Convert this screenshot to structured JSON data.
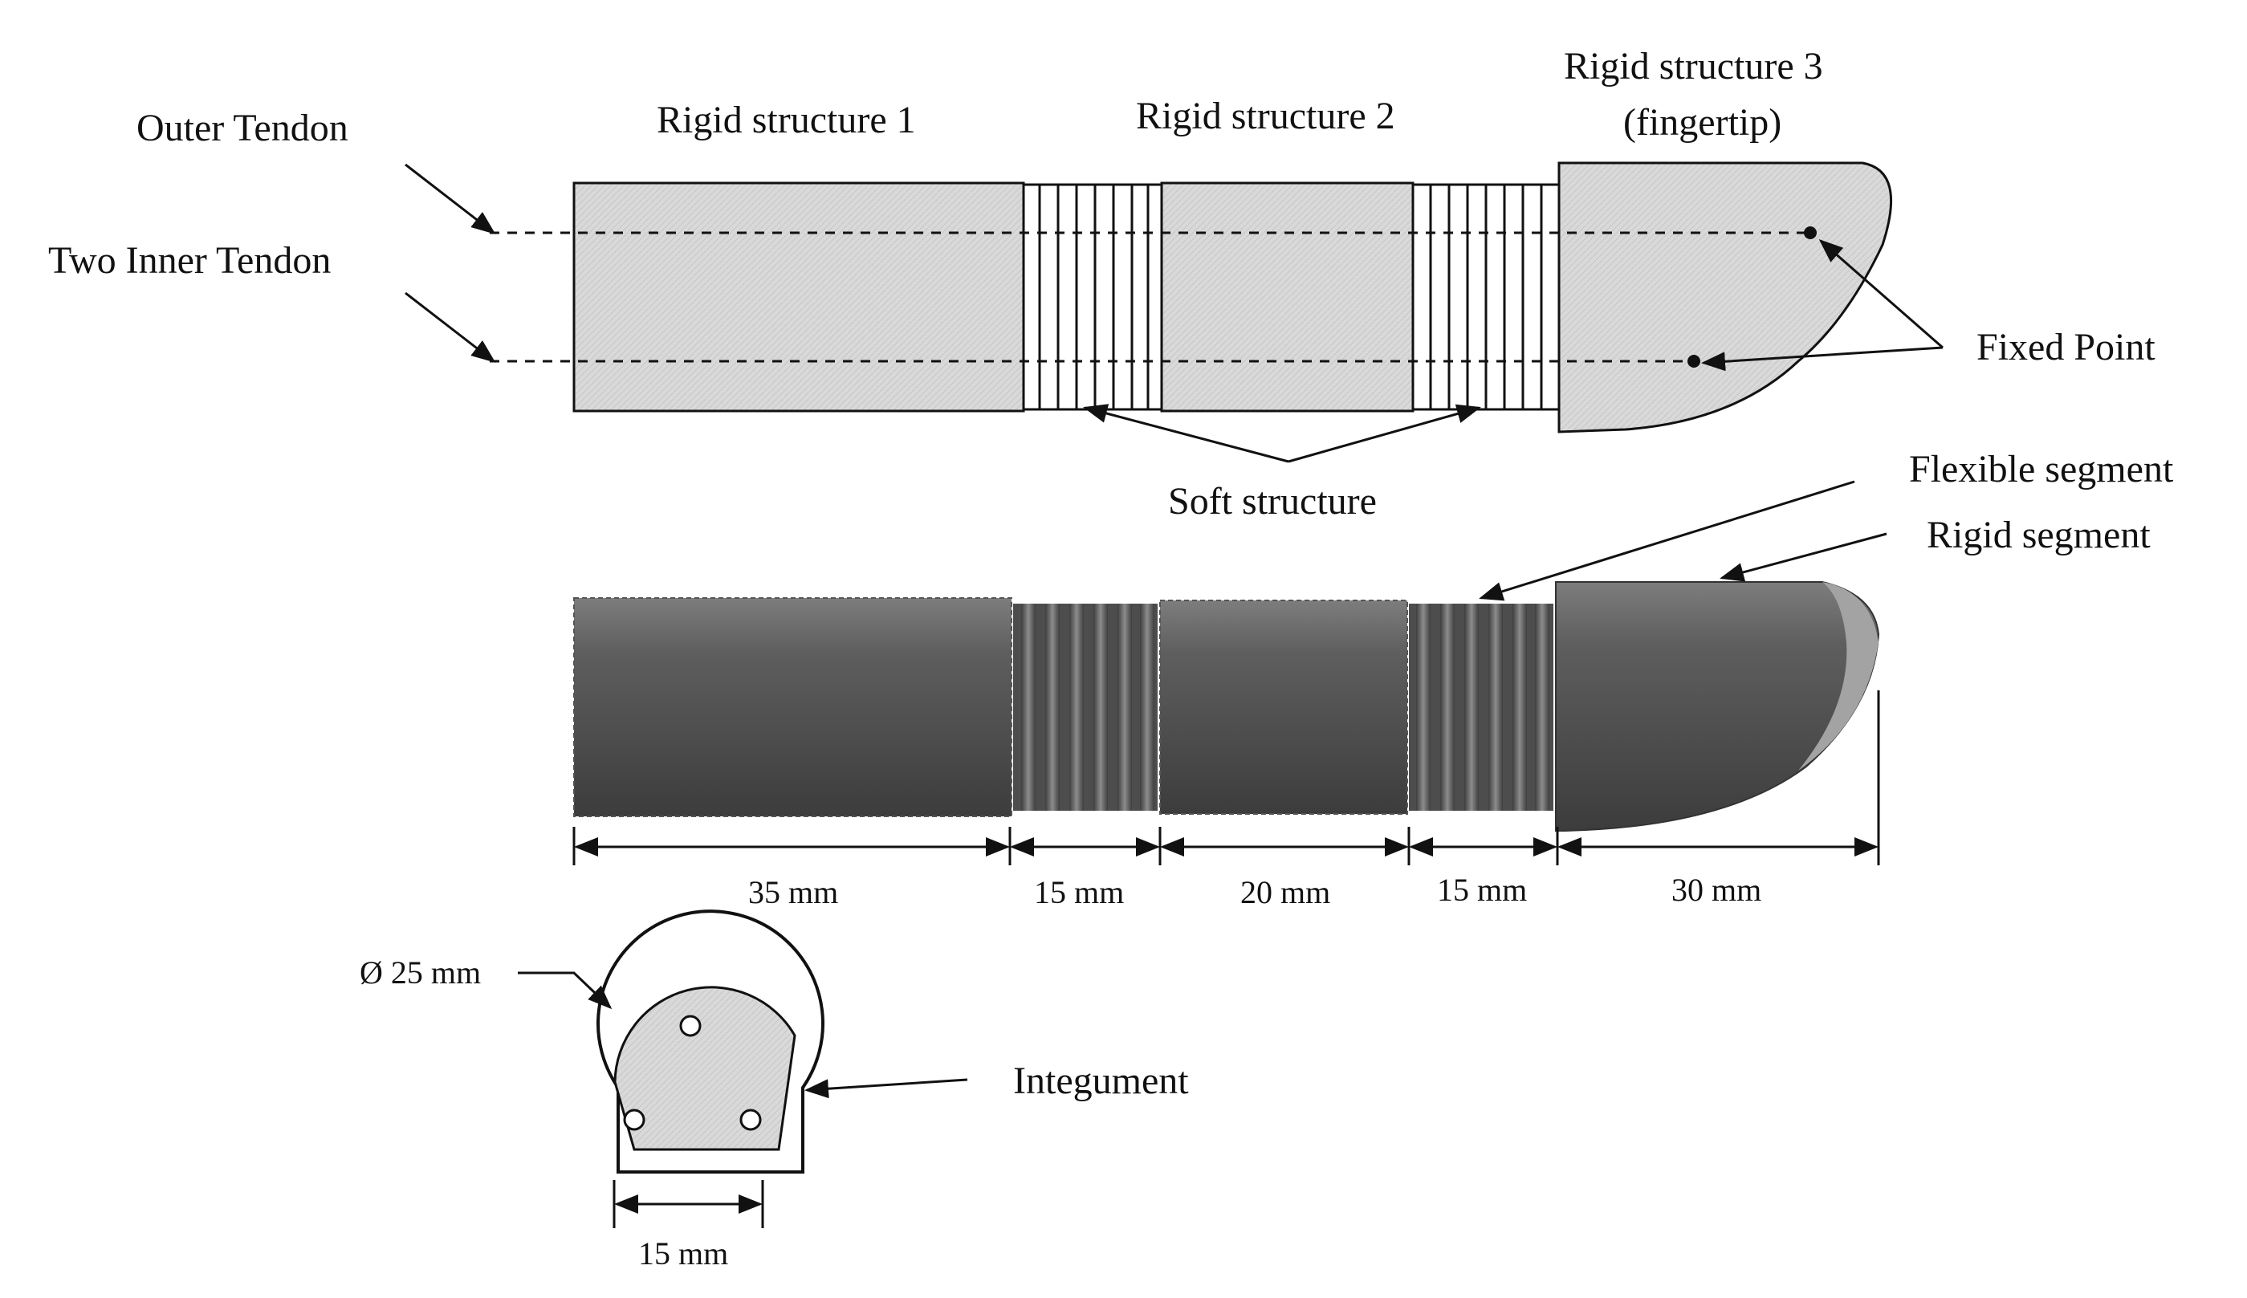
{
  "labels": {
    "outer_tendon": "Outer Tendon",
    "two_inner_tendon": "Two Inner Tendon",
    "rigid_structure_1": "Rigid structure 1",
    "rigid_structure_2": "Rigid structure 2",
    "rigid_structure_3": "Rigid structure 3",
    "fingertip": "(fingertip)",
    "fixed_point": "Fixed Point",
    "soft_structure": "Soft structure",
    "flexible_segment": "Flexible segment",
    "rigid_segment": "Rigid segment",
    "integument": "Integument"
  },
  "dimensions": {
    "seg1": "35 mm",
    "seg2": "15 mm",
    "seg3": "20 mm",
    "seg4": "15 mm",
    "seg5": "30 mm",
    "diameter": "Ø 25 mm",
    "inner_width": "15 mm"
  },
  "colors": {
    "rigid_fill": "#d9d9d9",
    "model_body": "#5a5a5a",
    "model_highlight": "#8a8a8a",
    "line": "#111111"
  }
}
